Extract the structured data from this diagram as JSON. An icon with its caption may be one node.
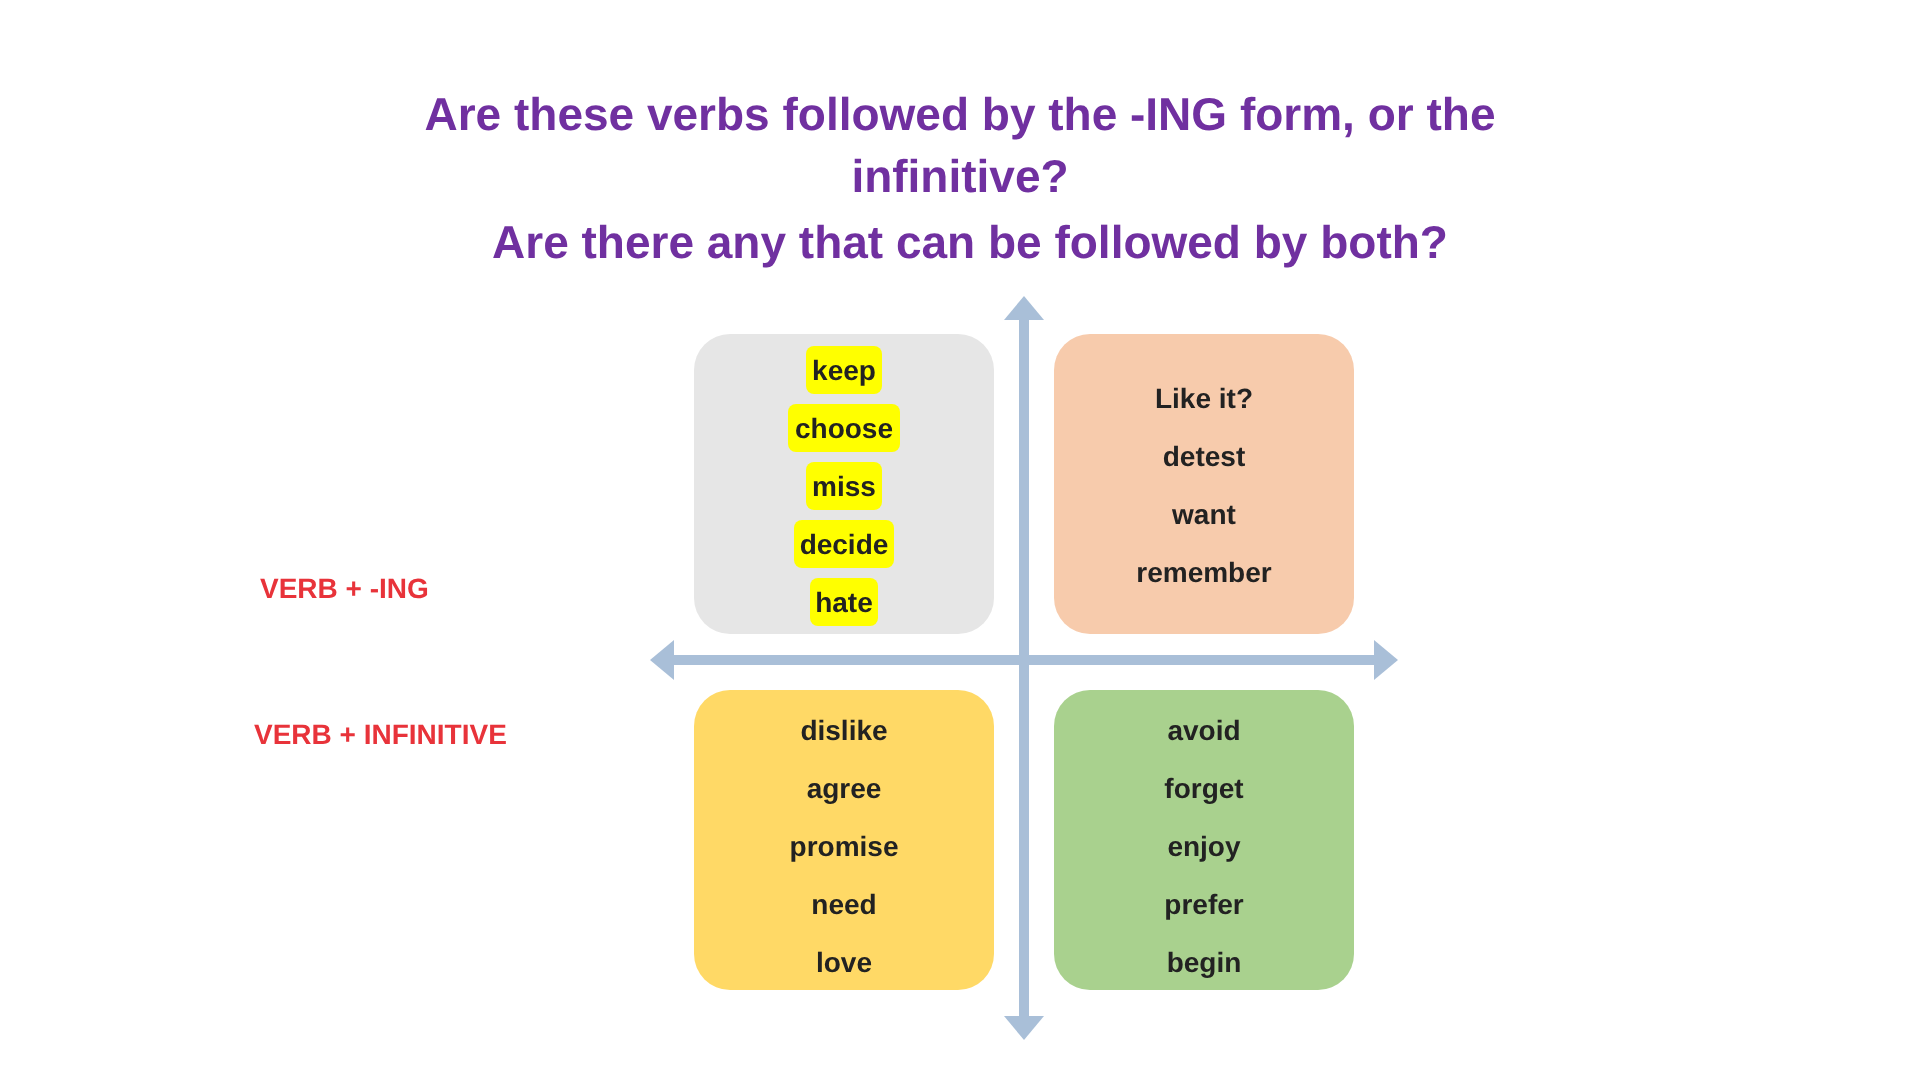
{
  "diagram": {
    "title": "Are these verbs followed by the -ING form, or the infinitive?",
    "nodes": [
      {
        "text": [
          "keep",
          "choose",
          "miss",
          "decide",
          "hate"
        ]
      },
      {
        "text": [
          "Like it?",
          "detest",
          "want",
          "remember"
        ]
      },
      {
        "text": [
          "dislike",
          "agree",
          "promise",
          "need",
          "love"
        ]
      },
      {
        "text": [
          "avoid",
          "forget",
          "enjoy",
          "prefer",
          "begin"
        ]
      }
    ],
    "edges": [],
    "labels": [
      "Are there any that can be followed by both?",
      "VERB + -ING",
      "VERB + INFINITIVE"
    ]
  }
}
